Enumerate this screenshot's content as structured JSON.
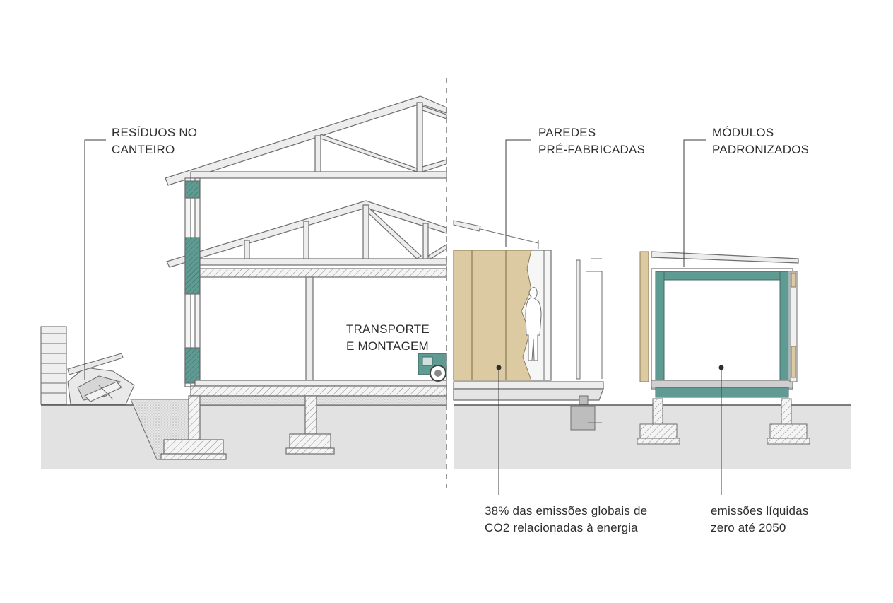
{
  "labels": {
    "site_waste": [
      "RESÍDUOS NO",
      "CANTEIRO"
    ],
    "transport": [
      "TRANSPORTE",
      "E MONTAGEM"
    ],
    "prefab_walls": [
      "PAREDES",
      "PRÉ-FABRICADAS"
    ],
    "modules": [
      "MÓDULOS",
      "PADRONIZADOS"
    ],
    "emissions_share": [
      "38% das emissões globais de",
      "CO2 relacionadas à energia"
    ],
    "net_zero": [
      "emissões líquidas",
      "zero até 2050"
    ]
  },
  "colors": {
    "ground": "#e2e2e2",
    "line": "#6e6e6e",
    "member_fill": "#ededed",
    "teal": "#5f9b93",
    "panel_tan": "#dccaa2",
    "text": "#2e2e2e"
  }
}
